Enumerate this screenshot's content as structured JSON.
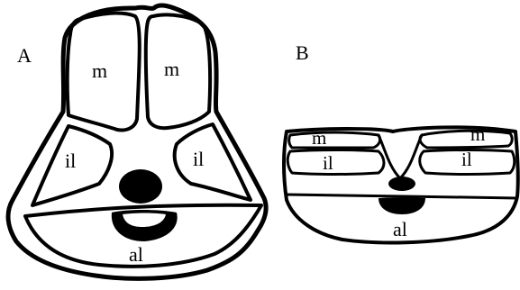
{
  "panels": {
    "a": {
      "letter": "A",
      "labels": {
        "m_left": "m",
        "m_right": "m",
        "il_left": "il",
        "il_right": "il",
        "al": "al"
      }
    },
    "b": {
      "letter": "B",
      "labels": {
        "m_left": "m",
        "m_right": "m",
        "il_left": "il",
        "il_right": "il",
        "al": "al"
      }
    }
  },
  "colors": {
    "ink": "#000000",
    "paper": "#ffffff"
  }
}
